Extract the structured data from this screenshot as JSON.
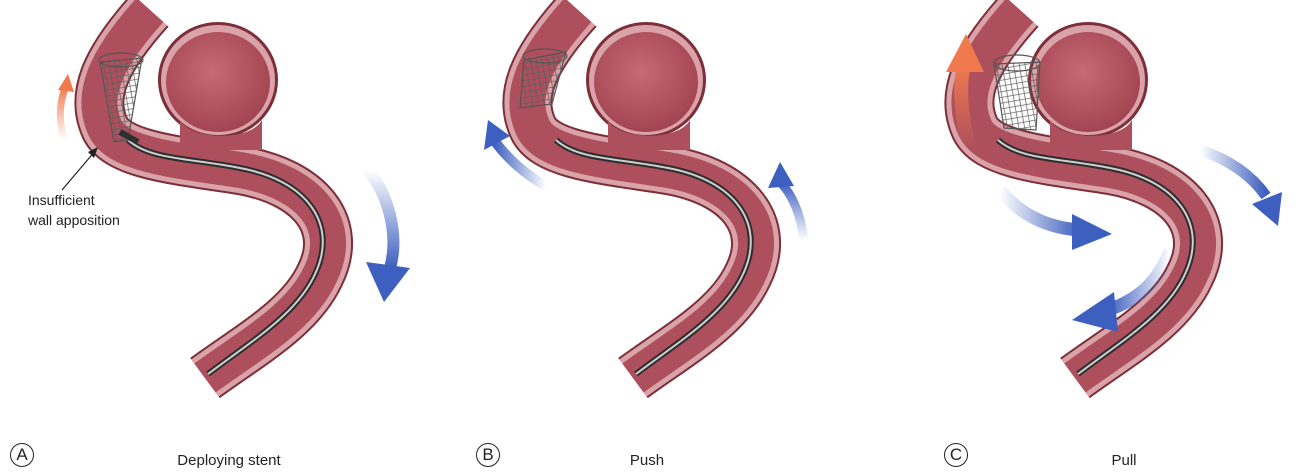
{
  "panels": [
    {
      "letter": "A",
      "caption": "Deploying stent"
    },
    {
      "letter": "B",
      "caption": "Push"
    },
    {
      "letter": "C",
      "caption": "Pull"
    }
  ],
  "annotation": {
    "line1": "Insufficient",
    "line2": "wall apposition"
  },
  "colors": {
    "vessel_outer": "#8f3c45",
    "vessel_wall": "#c98890",
    "lumen": "#b35663",
    "wire": "#333333",
    "stent": "#6d6d6d",
    "arrow_blue": "#3d5fbf",
    "arrow_orange": "#f07a4e"
  }
}
